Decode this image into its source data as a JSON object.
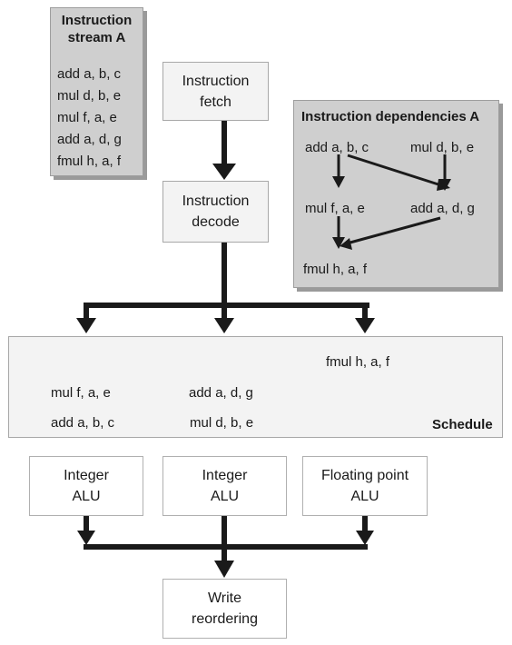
{
  "stream": {
    "title": [
      "Instruction",
      "stream A"
    ],
    "instructions": [
      "add a, b, c",
      "mul d, b, e",
      "mul f, a, e",
      "add a, d, g",
      "fmul h, a, f"
    ]
  },
  "fetch": {
    "lines": [
      "Instruction",
      "fetch"
    ]
  },
  "decode": {
    "lines": [
      "Instruction",
      "decode"
    ]
  },
  "dependencies": {
    "title": "Instruction dependencies A",
    "nodes": {
      "add_abc": "add a, b, c",
      "mul_dbe": "mul d, b, e",
      "mul_fae": "mul f, a, e",
      "add_adg": "add a, d, g",
      "fmul_haf": "fmul h, a, f"
    }
  },
  "schedule": {
    "label": "Schedule",
    "col3_top": "fmul h, a, f",
    "col1_mid": "mul f, a, e",
    "col2_mid": "add a, d, g",
    "col1_bottom": "add a, b, c",
    "col2_bottom": "mul d, b, e"
  },
  "units": [
    {
      "lines": [
        "Integer",
        "ALU"
      ]
    },
    {
      "lines": [
        "Integer",
        "ALU"
      ]
    },
    {
      "lines": [
        "Floating point",
        "ALU"
      ]
    }
  ],
  "write": {
    "lines": [
      "Write",
      "reordering"
    ]
  }
}
